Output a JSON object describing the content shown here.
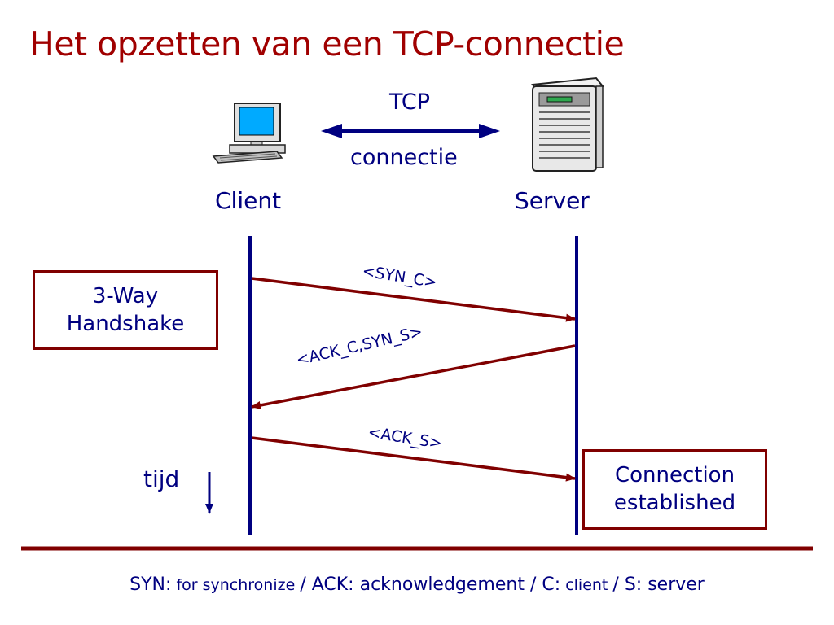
{
  "title": "Het opzetten van een TCP-connectie",
  "top": {
    "link_label_top": "TCP",
    "link_label_bottom": "connectie",
    "client_label": "Client",
    "server_label": "Server"
  },
  "handshake_box": {
    "line1": "3-Way",
    "line2": "Handshake"
  },
  "messages": [
    "<SYN_C>",
    "<ACK_C,SYN_S>",
    "<ACK_S>"
  ],
  "time_label": "tijd",
  "established_box": {
    "line1": "Connection",
    "line2": "established"
  },
  "footer": {
    "syn_key": "SYN:",
    "syn_text": " for synchronize ",
    "sep1": "/ ",
    "ack_key": "ACK:",
    "ack_text": " acknowledgement ",
    "sep2": "/ ",
    "c_key": "C:",
    "c_text": " client ",
    "sep3": "/ ",
    "s_key": "S:",
    "s_text": " server"
  },
  "colors": {
    "title": "#a00000",
    "text": "#000080",
    "timeline": "#000080",
    "message_arrow": "#800000",
    "box_border": "#800000",
    "rule": "#800000"
  },
  "icons": [
    "computer-icon",
    "server-icon"
  ]
}
